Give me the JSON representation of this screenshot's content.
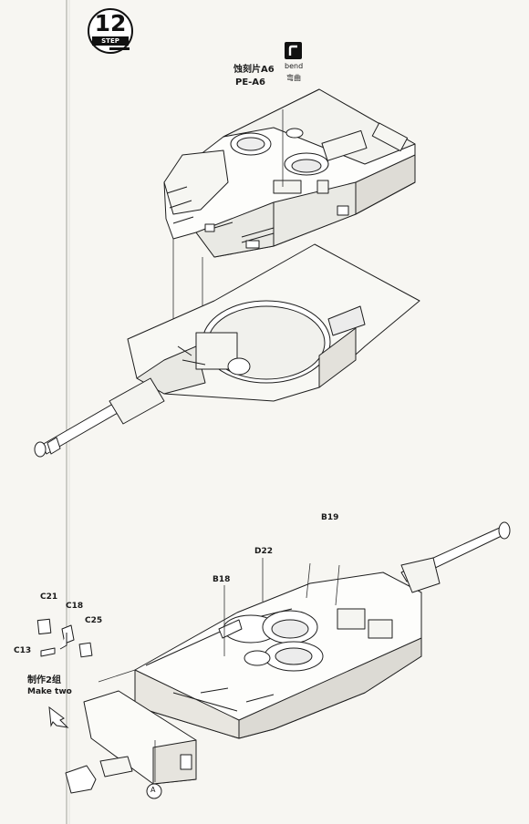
{
  "step": {
    "number": "12",
    "word": "STEP"
  },
  "bend": {
    "label_en": "bend",
    "label_cn": "弯曲"
  },
  "upper_assembly": {
    "part_cn": "蚀刻片A6",
    "part_en": "PE-A6"
  },
  "lower_assembly": {
    "parts": [
      "B19",
      "D22",
      "B18",
      "C21",
      "C18",
      "C25",
      "C13"
    ],
    "make_two_cn": "制作2组",
    "make_two_en": "Make two",
    "callout": "A"
  }
}
